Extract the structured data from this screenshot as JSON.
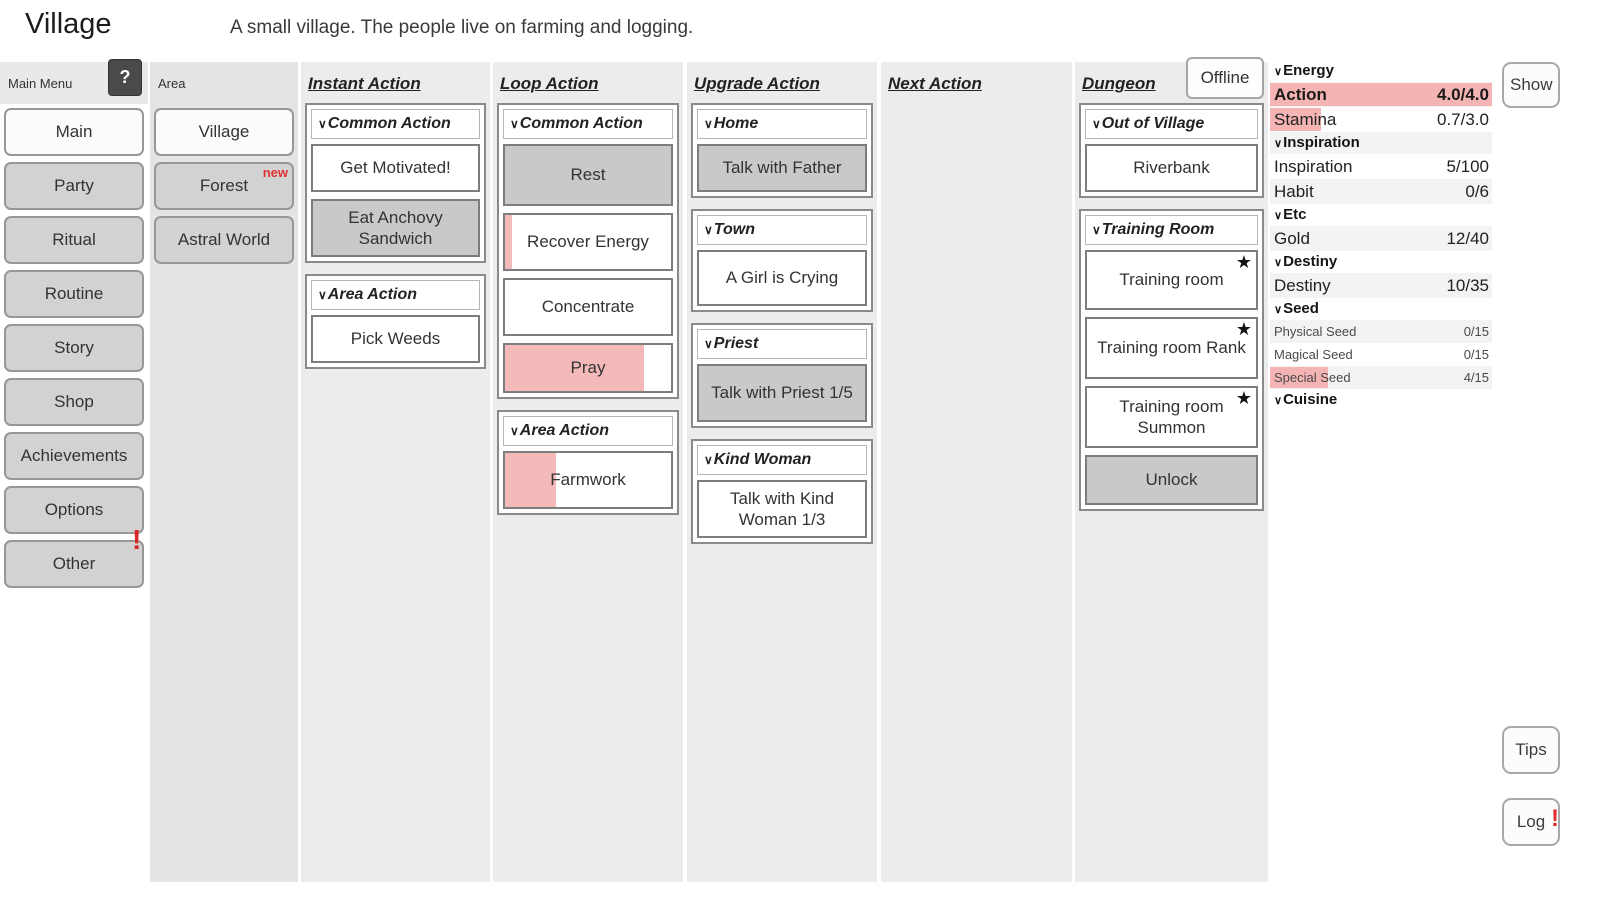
{
  "icons": {
    "chevron": "∨",
    "star": "★",
    "question": "?",
    "alert": "!"
  },
  "header": {
    "title": "Village",
    "subtitle": "A small village. The people live on farming and logging."
  },
  "menu": {
    "label": "Main Menu",
    "items": [
      "Main",
      "Party",
      "Ritual",
      "Routine",
      "Story",
      "Shop",
      "Achievements",
      "Options",
      "Other"
    ]
  },
  "area": {
    "label": "Area",
    "badge_new": "new",
    "items": [
      "Village",
      "Forest",
      "Astral World"
    ]
  },
  "columns": {
    "instant": {
      "title": "Instant Action",
      "groups": [
        {
          "title": "Common Action",
          "buttons": [
            {
              "label": "Get Motivated!"
            },
            {
              "label": "Eat Anchovy Sandwich"
            }
          ]
        },
        {
          "title": "Area Action",
          "buttons": [
            {
              "label": "Pick Weeds"
            }
          ]
        }
      ]
    },
    "loop": {
      "title": "Loop Action",
      "groups": [
        {
          "title": "Common Action",
          "buttons": [
            {
              "label": "Rest"
            },
            {
              "label": "Recover Energy",
              "progress": 4
            },
            {
              "label": "Concentrate"
            },
            {
              "label": "Pray",
              "progress": 84
            }
          ]
        },
        {
          "title": "Area Action",
          "buttons": [
            {
              "label": "Farmwork",
              "progress": 31
            }
          ]
        }
      ]
    },
    "upgrade": {
      "title": "Upgrade Action",
      "groups": [
        {
          "title": "Home",
          "buttons": [
            {
              "label": "Talk with Father"
            }
          ]
        },
        {
          "title": "Town",
          "buttons": [
            {
              "label": "A Girl is Crying"
            }
          ]
        },
        {
          "title": "Priest",
          "buttons": [
            {
              "label": "Talk with Priest 1/5"
            }
          ]
        },
        {
          "title": "Kind Woman",
          "buttons": [
            {
              "label": "Talk with Kind Woman 1/3"
            }
          ]
        }
      ]
    },
    "next": {
      "title": "Next Action"
    },
    "dungeon": {
      "title": "Dungeon",
      "offline": "Offline",
      "groups": [
        {
          "title": "Out of Village",
          "buttons": [
            {
              "label": "Riverbank"
            }
          ]
        },
        {
          "title": "Training Room",
          "buttons": [
            {
              "label": "Training room"
            },
            {
              "label": "Training room Rank"
            },
            {
              "label": "Training room Summon"
            },
            {
              "label": "Unlock"
            }
          ]
        }
      ]
    }
  },
  "stats": {
    "rows": [
      {
        "type": "header",
        "label": "Energy"
      },
      {
        "type": "row",
        "label": "Action",
        "value": "4.0/4.0",
        "fill": 100
      },
      {
        "type": "row",
        "label": "Stamina",
        "value": "0.7/3.0",
        "fill": 23
      },
      {
        "type": "header",
        "label": "Inspiration"
      },
      {
        "type": "row",
        "label": "Inspiration",
        "value": "5/100"
      },
      {
        "type": "row",
        "label": "Habit",
        "value": "0/6"
      },
      {
        "type": "header",
        "label": "Etc"
      },
      {
        "type": "row",
        "label": "Gold",
        "value": "12/40"
      },
      {
        "type": "header",
        "label": "Destiny"
      },
      {
        "type": "row",
        "label": "Destiny",
        "value": "10/35"
      },
      {
        "type": "header",
        "label": "Seed"
      },
      {
        "type": "small",
        "label": "Physical Seed",
        "value": "0/15"
      },
      {
        "type": "small",
        "label": "Magical Seed",
        "value": "0/15"
      },
      {
        "type": "small",
        "label": "Special Seed",
        "value": "4/15",
        "fill": 26
      },
      {
        "type": "header",
        "label": "Cuisine"
      }
    ]
  },
  "side": {
    "show": "Show",
    "tips": "Tips",
    "log": "Log"
  }
}
